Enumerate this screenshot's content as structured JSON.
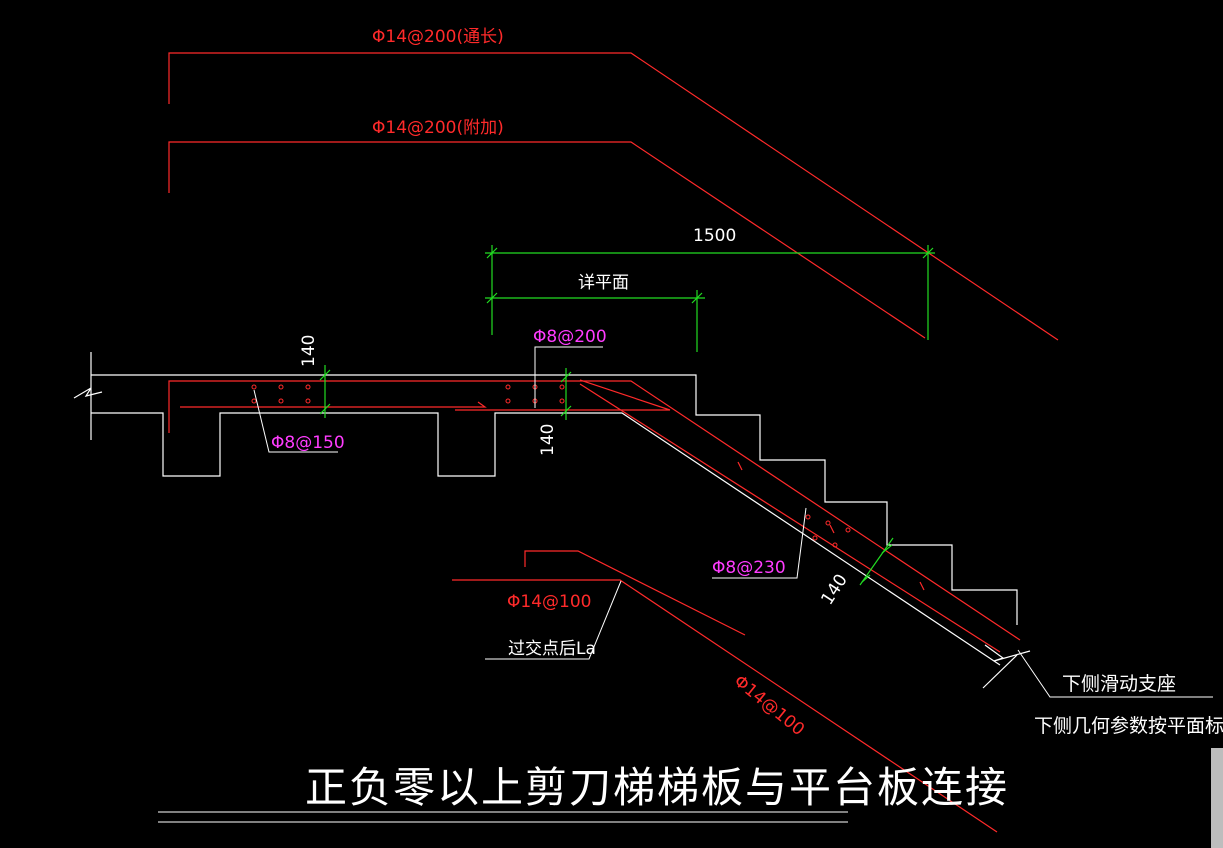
{
  "colors": {
    "background": "#000000",
    "outline": "#ffffff",
    "rebar": "#ff2a2a",
    "dimension": "#22dd22",
    "distribution_label": "#ff3cff"
  },
  "labels": {
    "top_bar_through": "Φ14@200(通长)",
    "top_bar_additional": "Φ14@200(附加)",
    "dim_total": "1500",
    "dim_detail": "详平面",
    "dist_bar_top": "Φ8@200",
    "thickness_left": "140",
    "dist_bar_left": "Φ8@150",
    "thickness_mid": "140",
    "bottom_bar_upper": "Φ14@100",
    "anchor_note": "过交点后La",
    "dist_bar_stair": "Φ8@230",
    "thickness_stair": "140",
    "bottom_bar_diag": "Φ14@100",
    "support_title": "下侧滑动支座",
    "support_note": "下侧几何参数按平面标注",
    "title": "正负零以上剪刀梯梯板与平台板连接"
  }
}
